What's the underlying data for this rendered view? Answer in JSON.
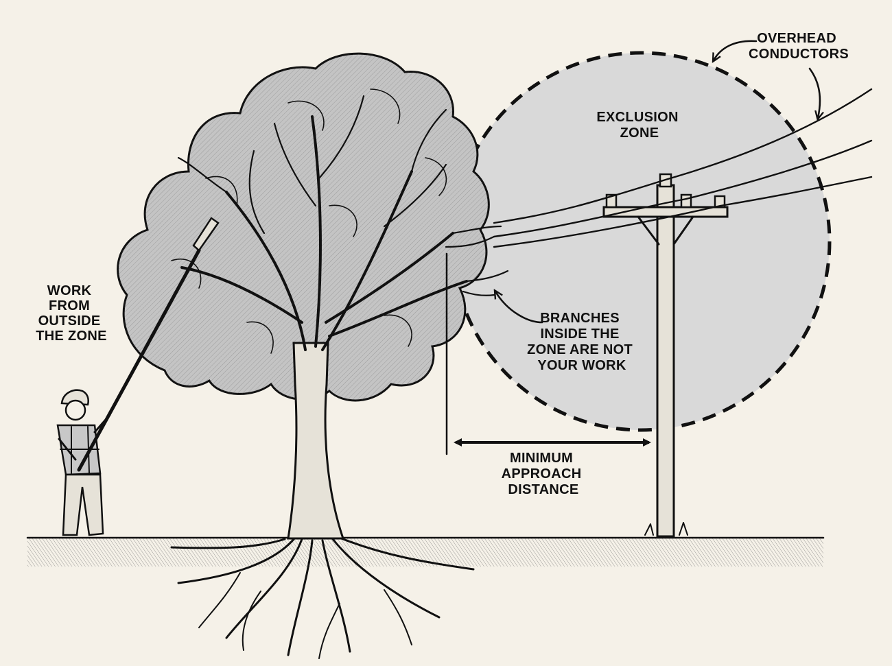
{
  "labels": {
    "overhead_conductors": [
      "OVERHEAD",
      "CONDUCTORS"
    ],
    "exclusion_zone": [
      "EXCLUSION",
      "ZONE"
    ],
    "work_from_outside": [
      "WORK",
      "FROM",
      "OUTSIDE",
      "THE ZONE"
    ],
    "branches_inside": [
      "BRANCHES",
      "INSIDE THE",
      "ZONE ARE NOT",
      "YOUR WORK"
    ],
    "minimum_approach": [
      "MINIMUM",
      "APPROACH",
      "DISTANCE"
    ]
  },
  "colors": {
    "paper": "#f5f1e8",
    "ink": "#111111",
    "zone_fill": "#d9d9d9",
    "canopy": "#c4c4c4",
    "canopy_dark": "#a9a9a9",
    "ground": "#bdbdbd"
  }
}
